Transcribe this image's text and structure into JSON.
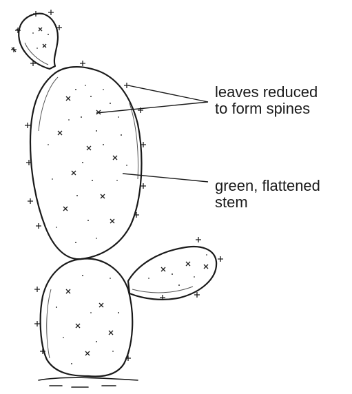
{
  "diagram": {
    "labels": {
      "spines": {
        "line1": "leaves reduced",
        "line2": "to form spines"
      },
      "stem": {
        "line1": "green, flattened",
        "line2": "stem"
      }
    }
  }
}
